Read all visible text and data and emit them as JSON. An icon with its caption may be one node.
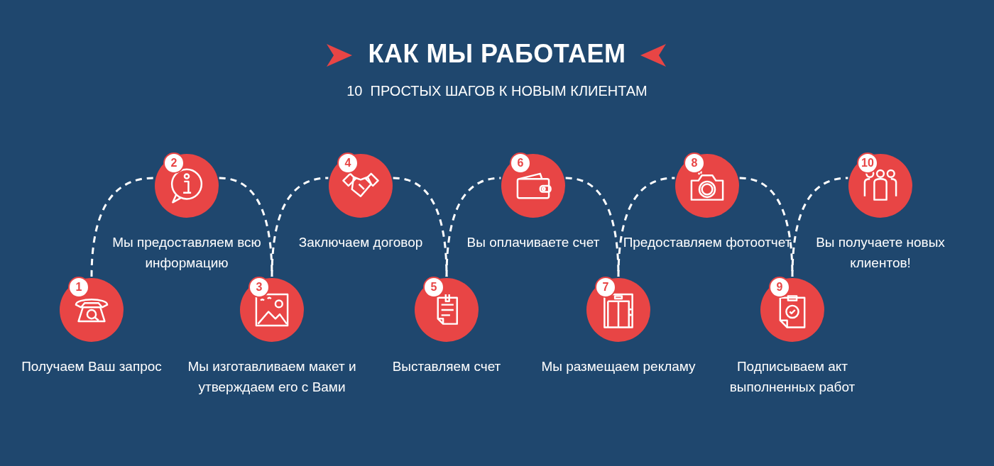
{
  "diagram": {
    "title": "КАК МЫ РАБОТАЕМ",
    "nodes": [
      {
        "text": [
          "1",
          "Получаем Ваш запрос"
        ]
      },
      {
        "text": [
          "2",
          "Мы предоставляем всю информацию"
        ]
      },
      {
        "text": [
          "3",
          "Мы изготавливаем макет и утверждаем его с Вами"
        ]
      },
      {
        "text": [
          "4",
          "Заключаем договор"
        ]
      },
      {
        "text": [
          "5",
          "Выставляем счет"
        ]
      },
      {
        "text": [
          "6",
          "Вы оплачиваете счет"
        ]
      },
      {
        "text": [
          "7",
          "Мы размещаем рекламу"
        ]
      },
      {
        "text": [
          "8",
          "Предоставляем фотоотчет"
        ]
      },
      {
        "text": [
          "9",
          "Подписываем акт выполненных работ"
        ]
      },
      {
        "text": [
          "10",
          "Вы получаете новых клиентов!"
        ]
      }
    ],
    "edges": [
      {
        "from": 0,
        "to": 1,
        "arrow": "none",
        "style": "dashed"
      },
      {
        "from": 1,
        "to": 2,
        "arrow": "none",
        "style": "dashed"
      },
      {
        "from": 2,
        "to": 3,
        "arrow": "none",
        "style": "dashed"
      },
      {
        "from": 3,
        "to": 4,
        "arrow": "none",
        "style": "dashed"
      },
      {
        "from": 4,
        "to": 5,
        "arrow": "none",
        "style": "dashed"
      },
      {
        "from": 5,
        "to": 6,
        "arrow": "none",
        "style": "dashed"
      },
      {
        "from": 6,
        "to": 7,
        "arrow": "none",
        "style": "dashed"
      },
      {
        "from": 7,
        "to": 8,
        "arrow": "none",
        "style": "dashed"
      },
      {
        "from": 8,
        "to": 9,
        "arrow": "none",
        "style": "dashed"
      }
    ],
    "labels": [
      "10  ПРОСТЫХ ШАГОВ К НОВЫМ КЛИЕНТАМ"
    ]
  }
}
